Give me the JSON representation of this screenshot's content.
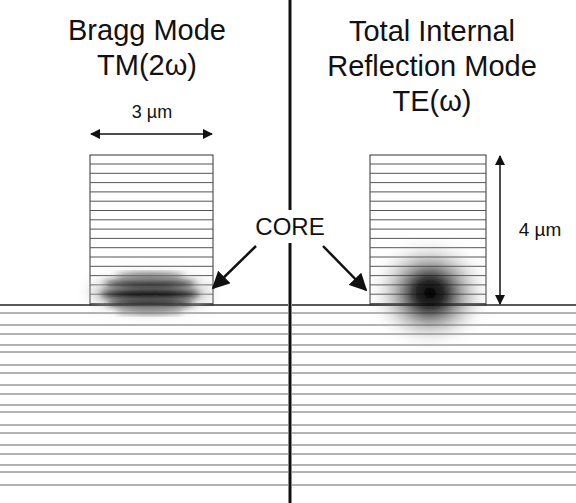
{
  "diagram": {
    "labels": [
      "Bragg Mode TM(2ω)",
      "Total Internal Reflection Mode TE(ω)",
      "3 µm",
      "CORE",
      "4 µm"
    ]
  }
}
